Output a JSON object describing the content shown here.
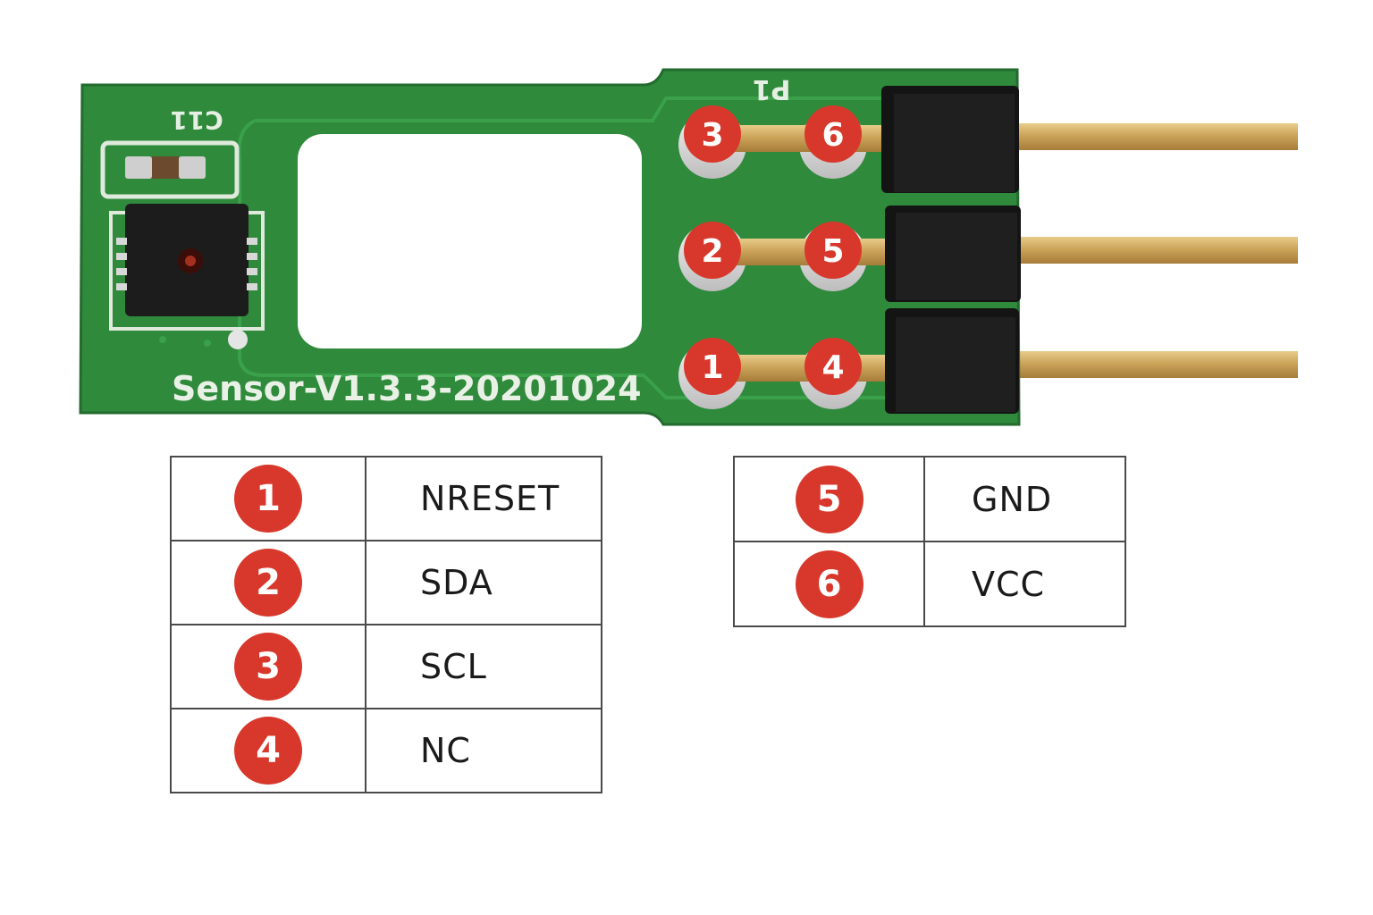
{
  "board": {
    "silkscreen_label": "Sensor-V1.3.3-20201024",
    "cap_label": "C11",
    "header_label": "P1",
    "pcb_color": "#2f8a3c",
    "marker_color": "#d8382b",
    "pin_markers": [
      {
        "id": "pin-3",
        "label": "3"
      },
      {
        "id": "pin-6",
        "label": "6"
      },
      {
        "id": "pin-2",
        "label": "2"
      },
      {
        "id": "pin-5",
        "label": "5"
      },
      {
        "id": "pin-1",
        "label": "1"
      },
      {
        "id": "pin-4",
        "label": "4"
      }
    ]
  },
  "pin_table_left": [
    {
      "num": "1",
      "signal": "NRESET"
    },
    {
      "num": "2",
      "signal": "SDA"
    },
    {
      "num": "3",
      "signal": "SCL"
    },
    {
      "num": "4",
      "signal": "NC"
    }
  ],
  "pin_table_right": [
    {
      "num": "5",
      "signal": "GND"
    },
    {
      "num": "6",
      "signal": "VCC"
    }
  ]
}
